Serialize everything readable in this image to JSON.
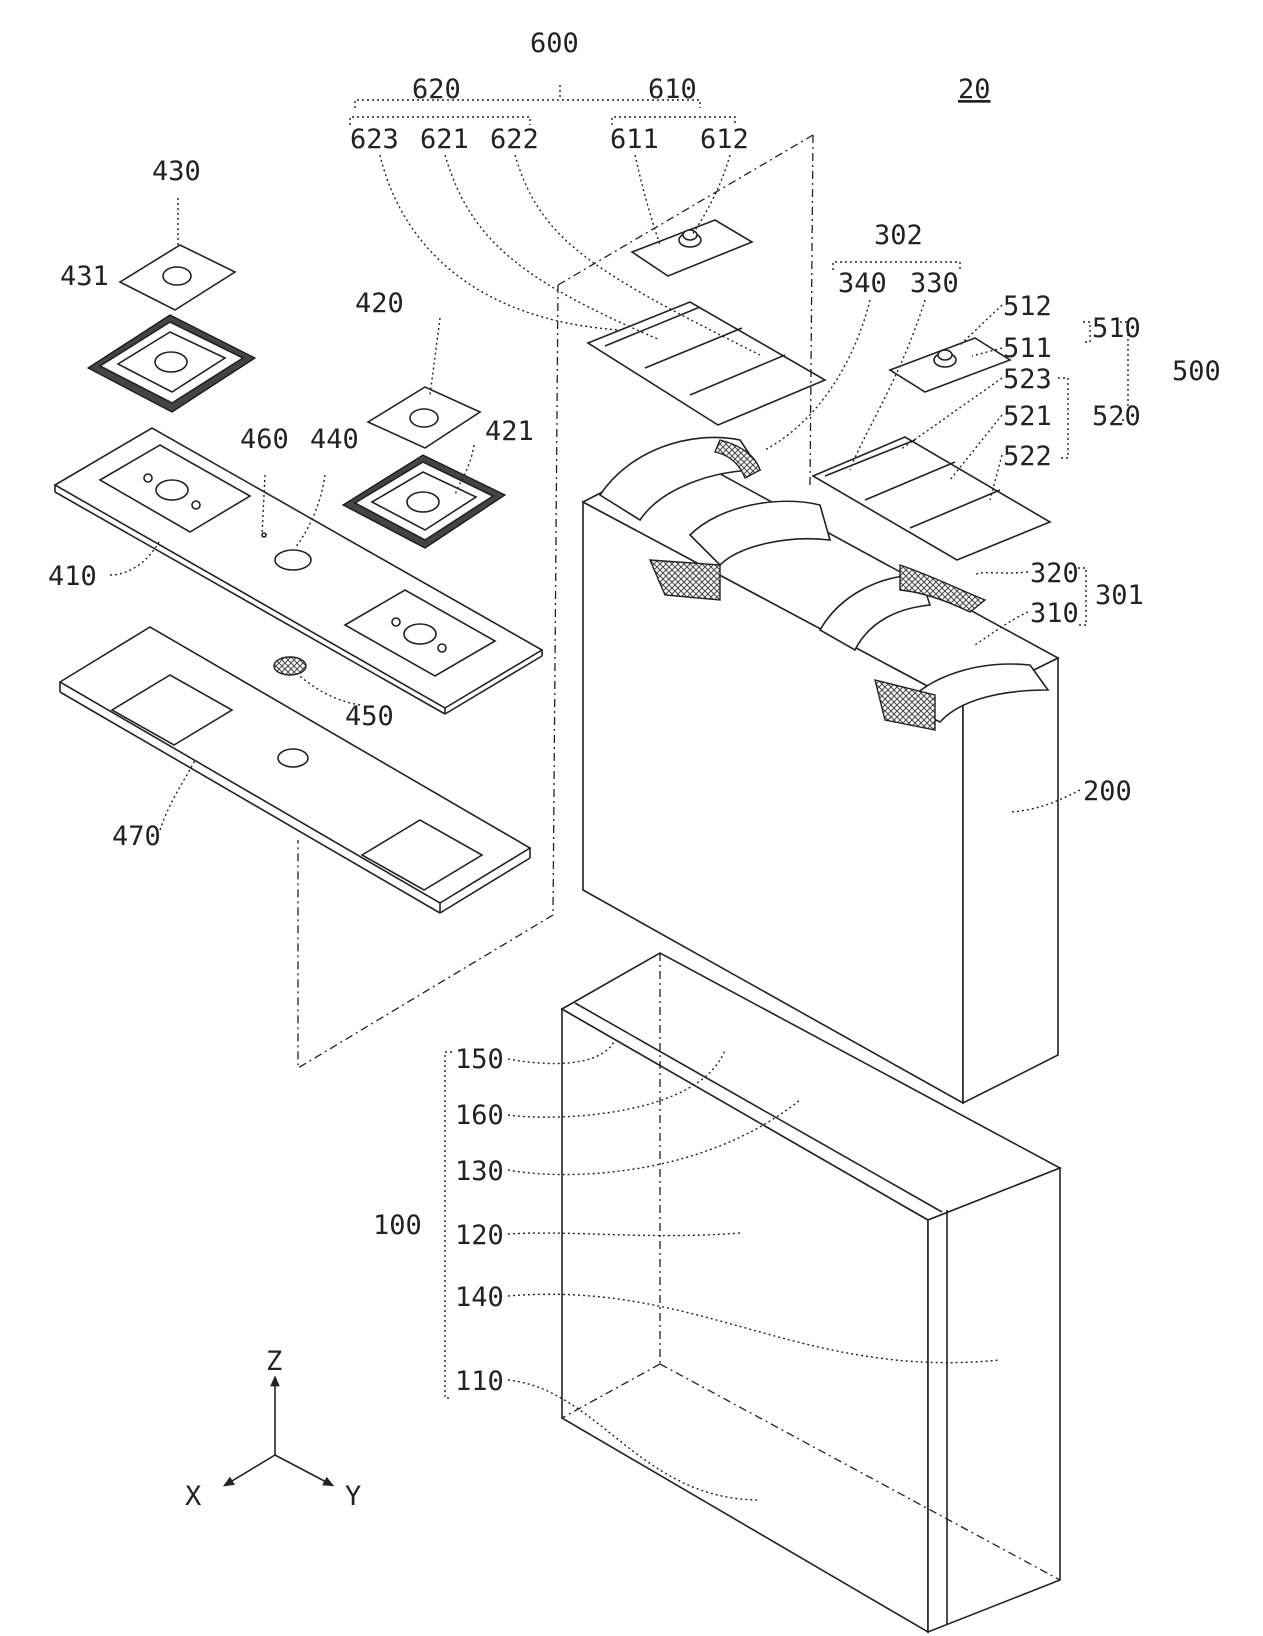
{
  "figure_number": "20",
  "labels": {
    "l600": "600",
    "l620": "620",
    "l610": "610",
    "l623": "623",
    "l621": "621",
    "l622": "622",
    "l611": "611",
    "l612": "612",
    "l430": "430",
    "l431": "431",
    "l420": "420",
    "l421": "421",
    "l460": "460",
    "l440": "440",
    "l410": "410",
    "l450": "450",
    "l470": "470",
    "l302": "302",
    "l340": "340",
    "l330": "330",
    "l512": "512",
    "l511": "511",
    "l510": "510",
    "l500": "500",
    "l523": "523",
    "l521": "521",
    "l520": "520",
    "l522": "522",
    "l320": "320",
    "l310": "310",
    "l301": "301",
    "l200": "200",
    "l150": "150",
    "l160": "160",
    "l130": "130",
    "l100": "100",
    "l120": "120",
    "l140": "140",
    "l110": "110"
  },
  "axes": {
    "z": "Z",
    "x": "X",
    "y": "Y"
  }
}
